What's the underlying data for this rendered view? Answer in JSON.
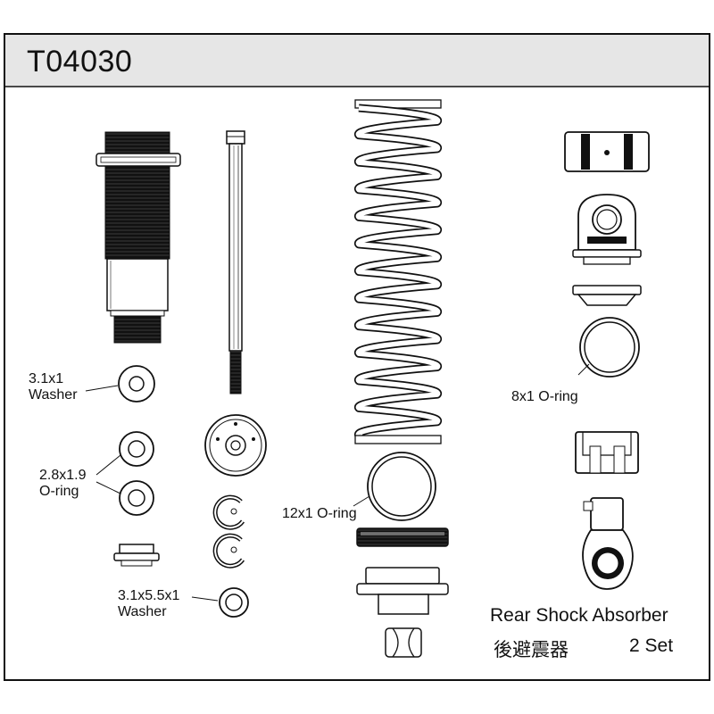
{
  "header": {
    "part_number": "T04030"
  },
  "labels": {
    "washer_small_size": "3.1x1",
    "washer_small_name": "Washer",
    "oring_small_size": "2.8x1.9",
    "oring_small_name": "O-ring",
    "washer_large_size": "3.1x5.5x1",
    "washer_large_name": "Washer",
    "oring_12": "12x1 O-ring",
    "oring_8": "8x1 O-ring"
  },
  "product": {
    "name": "Rear Shock Absorber",
    "name_cjk": "後避震器",
    "quantity": "2 Set"
  },
  "colors": {
    "line": "#222222",
    "fill_dark": "#1a1a1a",
    "header_bg": "#e6e6e6"
  }
}
